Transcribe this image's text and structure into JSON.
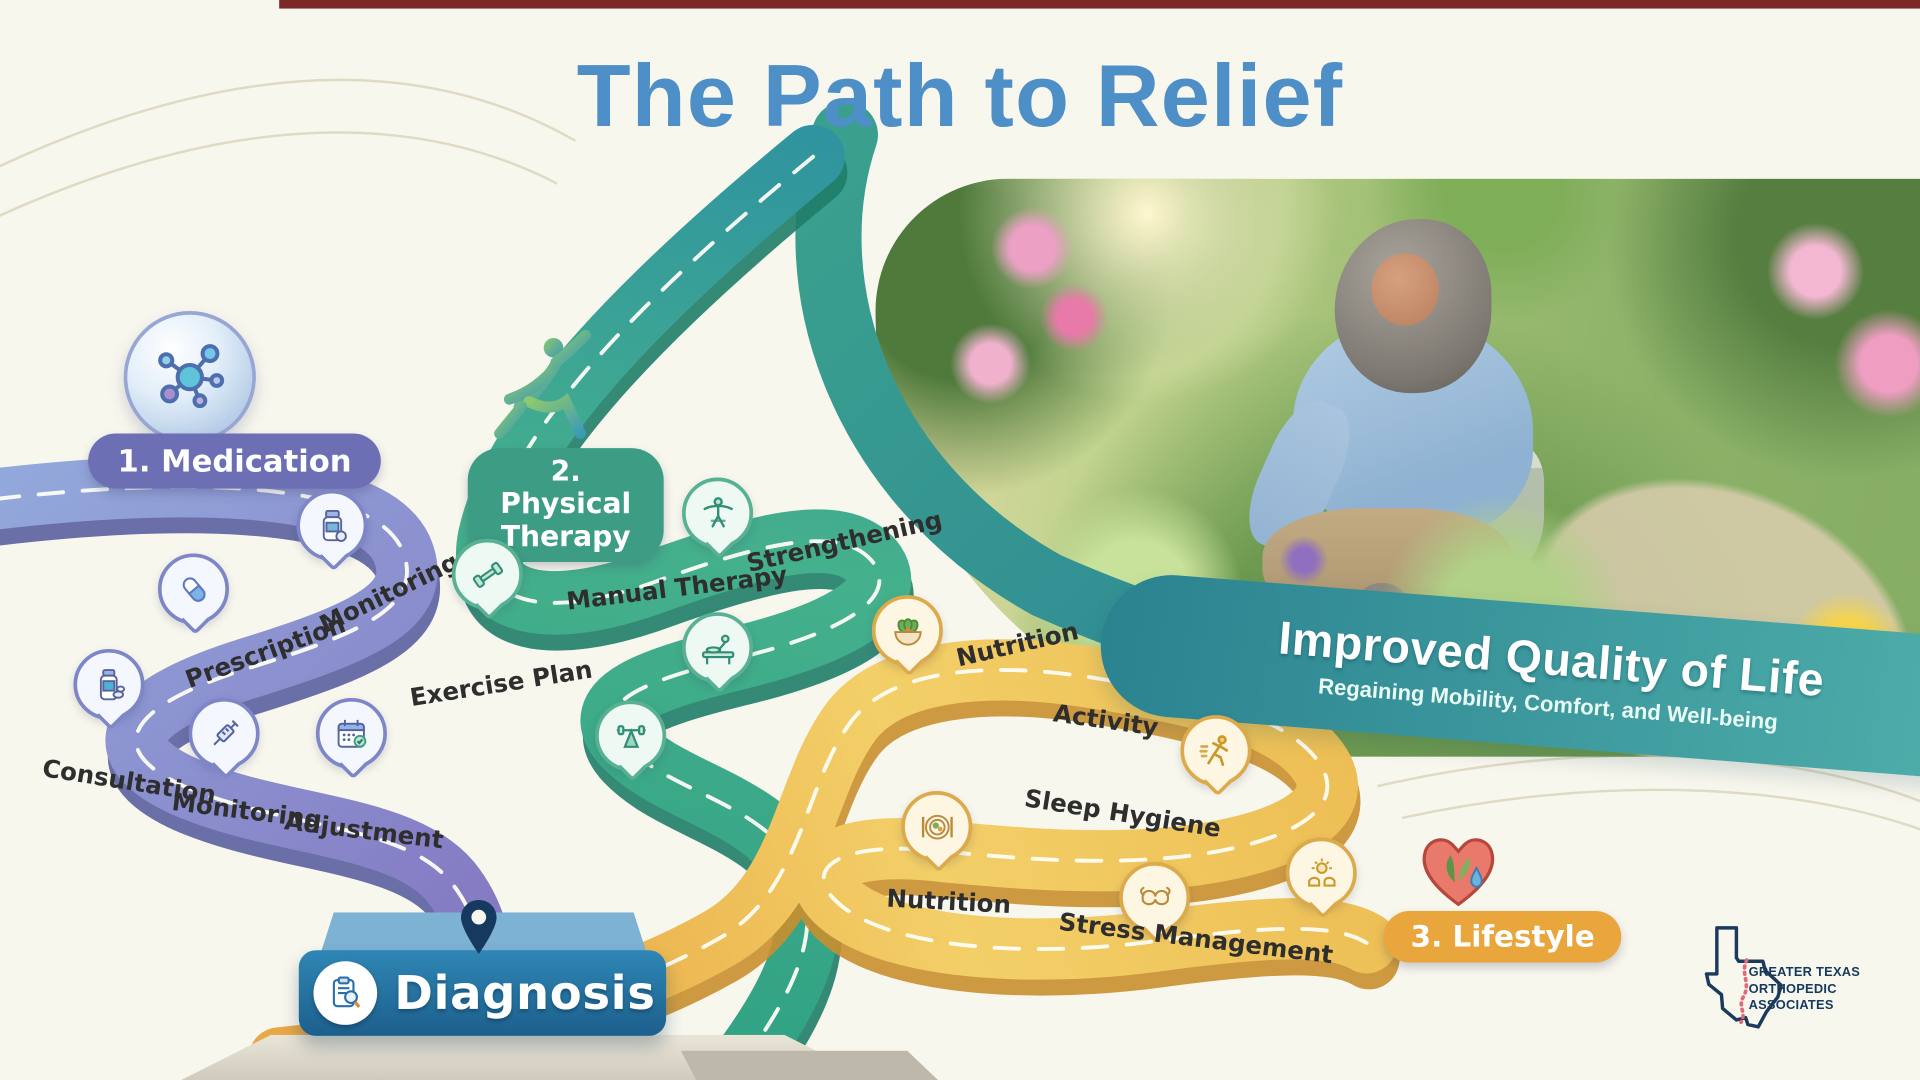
{
  "title": "The Path to Relief",
  "medication": {
    "badge": "1. Medication",
    "badge_icon": "molecule-icon",
    "steps": [
      {
        "label": "Prescription",
        "icon": "capsule-icon"
      },
      {
        "label": "Monitoring",
        "icon": "pill-bottle-icon"
      },
      {
        "label": "Consultation",
        "icon": "medicine-bottle-icon"
      },
      {
        "label": "Monitoring",
        "icon": "syringe-icon"
      },
      {
        "label": "Adjustment",
        "icon": "calendar-check-icon"
      }
    ]
  },
  "physical_therapy": {
    "badge": "2. Physical Therapy",
    "badge_icon": "stretching-figure-icon",
    "steps": [
      {
        "label": "Manual Therapy",
        "icon": "resistance-band-icon"
      },
      {
        "label": "Strengthening",
        "icon": "massage-table-icon"
      },
      {
        "label": "Exercise Plan",
        "icon": "dumbbell-icon"
      }
    ],
    "extra_icon": "weight-bench-icon"
  },
  "lifestyle": {
    "badge": "3. Lifestyle",
    "badge_icon": "heart-wellness-icon",
    "steps": [
      {
        "label": "Nutrition",
        "icon": "salad-bowl-icon"
      },
      {
        "label": "Activity",
        "icon": "running-icon"
      },
      {
        "label": "Sleep Hygiene",
        "icon": "sleep-mask-icon"
      },
      {
        "label": "Nutrition",
        "icon": "meal-plate-icon"
      },
      {
        "label": "Stress Management",
        "icon": "mindfulness-hands-icon"
      }
    ]
  },
  "diagnosis": {
    "label": "Diagnosis",
    "icons": [
      "location-pin-icon",
      "clipboard-search-icon"
    ]
  },
  "outcome": {
    "title": "Improved Quality of Life",
    "subtitle": "Regaining Mobility, Comfort, and Well-being"
  },
  "logo": {
    "line1": "GREATER TEXAS",
    "line2": "ORTHOPEDIC ASSOCIATES",
    "icon": "texas-spine-icon"
  },
  "colors": {
    "title": "#4d8fc6",
    "medication": "#6d6fb5",
    "physical_therapy": "#3d9c84",
    "lifestyle": "#e9a63c",
    "outcome_band_start": "#2b8290",
    "outcome_band_end": "#4fb0ab",
    "diagnosis_start": "#2e86b4",
    "diagnosis_end": "#1d5f8d"
  }
}
